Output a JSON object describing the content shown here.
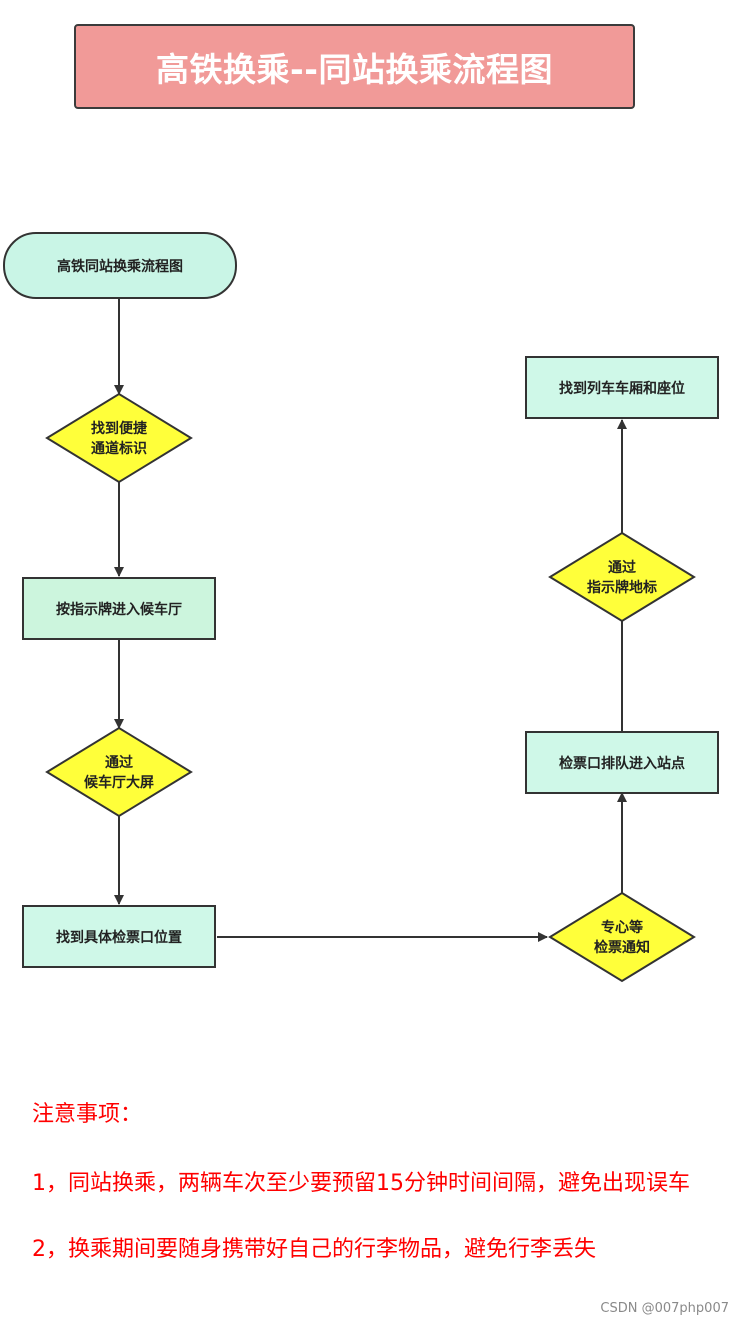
{
  "title": "高铁换乘--同站换乘流程图",
  "flowchart": {
    "start": "高铁同站换乘流程图",
    "decision1": [
      "找到便捷",
      "通道标识"
    ],
    "step1": "按指示牌进入候车厅",
    "decision2": [
      "通过",
      "候车厅大屏"
    ],
    "step2": "找到具体检票口位置",
    "decision3": [
      "专心等",
      "检票通知"
    ],
    "step3": "检票口排队进入站点",
    "decision4": [
      "通过",
      "指示牌地标"
    ],
    "end": "找到列车车厢和座位"
  },
  "colors": {
    "title_fill": "#f19a98",
    "start_fill": "#c9f5e6",
    "process_fill": "#ccf5dd",
    "process_fill_alt": "#cff8e8",
    "decision_fill": "#ffff3a",
    "stroke": "#333333",
    "notes_text": "#ff0000"
  },
  "notes": {
    "heading": "注意事项：",
    "item1": "1，同站换乘，两辆车次至少要预留15分钟时间间隔，避免出现误车",
    "item2": "2，换乘期间要随身携带好自己的行李物品，避免行李丢失"
  },
  "watermark": "CSDN @007php007"
}
